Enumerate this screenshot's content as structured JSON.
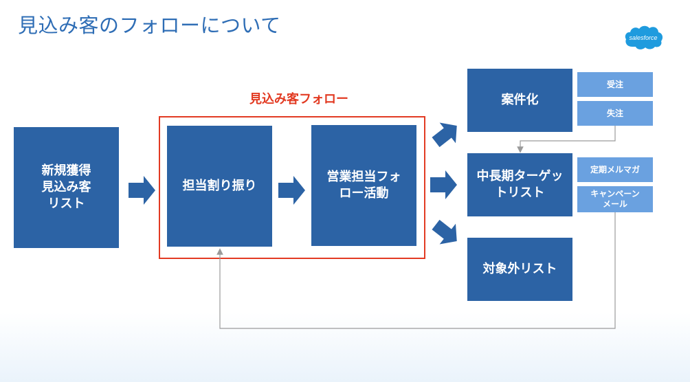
{
  "title": "見込み客のフォローについて",
  "logo": {
    "text": "salesforce",
    "color": "#1f9bde"
  },
  "follow_group_label": "見込み客フォロー",
  "boxes": {
    "new_lead_list": "新規獲得\n見込み客\nリスト",
    "assignment": "担当割り振り",
    "sales_follow": "営業担当フォ\nロー活動",
    "opportunity": "案件化",
    "nurture_list": "中長期ターゲッ\nトリスト",
    "excluded_list": "対象外リスト"
  },
  "outcomes": {
    "won": "受注",
    "lost": "失注",
    "newsletter": "定期メルマガ",
    "campaign_mail": "キャンペーン\nメール"
  },
  "colors": {
    "title": "#2e6db5",
    "box": "#2c63a5",
    "small_box": "#6aa1e0",
    "highlight": "#e23a22",
    "connector": "#9a9a9a"
  }
}
